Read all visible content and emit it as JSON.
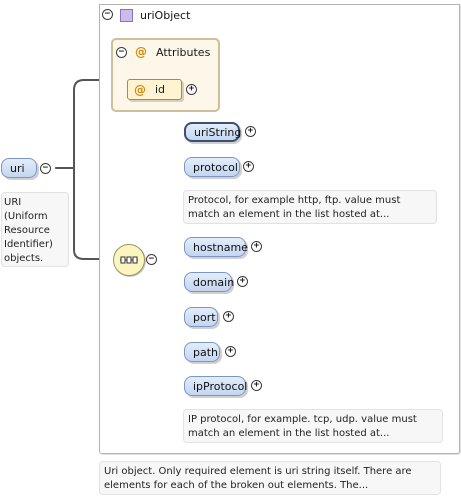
{
  "root_element": {
    "label": "uri",
    "doc": "URI (Uniform Resource Identifier) objects."
  },
  "type": {
    "name": "uriObject"
  },
  "attributes_group": {
    "title": "Attributes",
    "items": [
      {
        "name": "id"
      }
    ]
  },
  "elements": [
    {
      "name": "uriString",
      "required": true
    },
    {
      "name": "protocol",
      "doc": "Protocol, for example http, ftp. value must match an element in the list hosted at..."
    },
    {
      "name": "hostname"
    },
    {
      "name": "domain"
    },
    {
      "name": "port"
    },
    {
      "name": "path"
    },
    {
      "name": "ipProtocol",
      "doc": "IP protocol, for example. tcp, udp. value must match an element in the list hosted at..."
    }
  ],
  "type_doc": "Uri object. Only required element is uri string itself. There are elements for each of the broken out elements. The...",
  "glyphs": {
    "collapse": "−",
    "expand": "+",
    "attribute_marker": "@"
  },
  "icons": {
    "type_icon": "complex-type-square-icon",
    "sequence_icon": "sequence-compositor-icon"
  },
  "colors": {
    "element_fill": "#c4d6f0",
    "element_border": "#7b96c2",
    "attribute_fill": "#fff3d2",
    "type_icon": "#cbbde8"
  }
}
